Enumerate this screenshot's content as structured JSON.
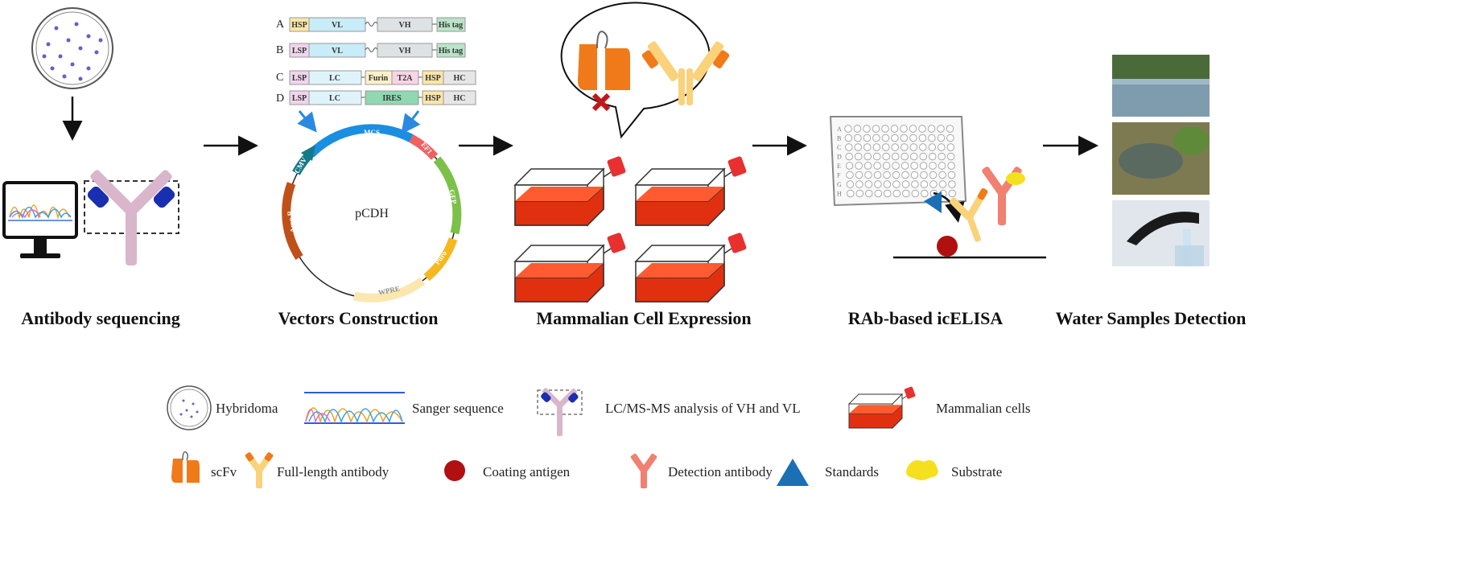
{
  "steps": [
    {
      "title": "Antibody sequencing"
    },
    {
      "title": "Vectors Construction"
    },
    {
      "title": "Mammalian Cell Expression"
    },
    {
      "title": "RAb-based icELISA"
    },
    {
      "title": "Water Samples Detection"
    }
  ],
  "constructs": [
    {
      "label": "A",
      "parts": [
        "HSP",
        "VL",
        "VH",
        "His tag"
      ]
    },
    {
      "label": "B",
      "parts": [
        "LSP",
        "VL",
        "VH",
        "His tag"
      ]
    },
    {
      "label": "C",
      "parts": [
        "LSP",
        "LC",
        "Furin",
        "T2A",
        "HSP",
        "HC"
      ]
    },
    {
      "label": "D",
      "parts": [
        "LSP",
        "LC",
        "IRES",
        "HSP",
        "HC"
      ]
    }
  ],
  "plasmid": {
    "name": "pCDH",
    "features": [
      "MCS",
      "EF1",
      "GFP",
      "Puro",
      "WPRE",
      "Amp R",
      "CMV"
    ]
  },
  "plate_rows": [
    "A",
    "B",
    "C",
    "D",
    "E",
    "F",
    "G",
    "H"
  ],
  "legend": {
    "row1": [
      "Hybridoma",
      "Sanger sequence",
      "LC/MS-MS analysis of VH and VL",
      "Mammalian cells"
    ],
    "row2": [
      "scFv",
      "Full-length antibody",
      "Coating antigen",
      "Detection antibody",
      "Standards",
      "Substrate"
    ]
  },
  "colors": {
    "scfv": "#f07a1a",
    "full_antibody": "#f9d27a",
    "coating_antigen": "#b01010",
    "detection_antibody": "#f08070",
    "standards": "#1a6fb5",
    "substrate": "#f5e020",
    "flask_medium": "#e03010",
    "antibody_pink": "#d9b6cc",
    "antibody_blue": "#1a2fb0"
  }
}
